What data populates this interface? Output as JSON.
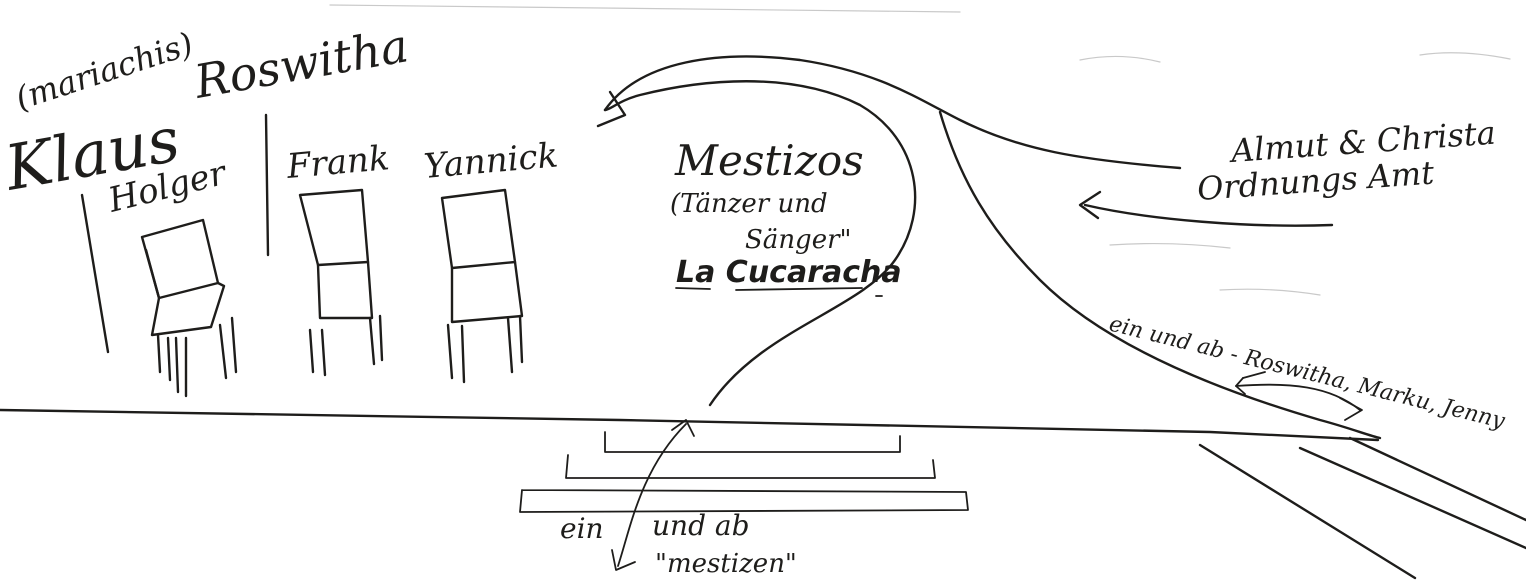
{
  "sketch": {
    "labels": {
      "mariachis": "(mariachis)",
      "roswitha": "Roswitha",
      "klaus": "Klaus",
      "holger": "Holger",
      "frank": "Frank",
      "yannick": "Yannick",
      "mestizos": "Mestizos",
      "taenzer": "(Tänzer und",
      "saenger": "Sänger\"",
      "la_cucaracha": "La Cucaracha",
      "almut_christa": "Almut & Christa",
      "ordnungs_amt": "Ordnungs Amt",
      "ein_und_ab_right": "ein und ab - Roswitha, Marku, Jenny",
      "ein": "ein",
      "und_ab": "und ab",
      "mestizen": "\"mestizen\""
    }
  }
}
